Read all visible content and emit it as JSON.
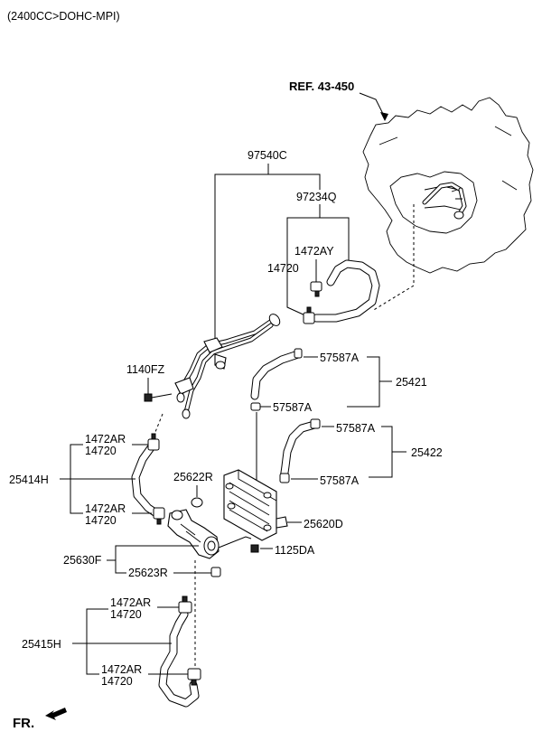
{
  "header": {
    "engine_spec": "(2400CC>DOHC-MPI)"
  },
  "reference": {
    "label": "REF. 43-450"
  },
  "callouts": {
    "p97540C": "97540C",
    "p97234Q": "97234Q",
    "p1472AY": "1472AY",
    "p14720_top": "14720",
    "p1140FZ": "1140FZ",
    "p57587A_1": "57587A",
    "p57587A_2": "57587A",
    "p57587A_3": "57587A",
    "p57587A_4": "57587A",
    "p25421": "25421",
    "p25422": "25422",
    "p1472AR_1": "1472AR",
    "p14720_1": "14720",
    "p25414H": "25414H",
    "p1472AR_2": "1472AR",
    "p14720_2": "14720",
    "p25622R": "25622R",
    "p25620D": "25620D",
    "p1125DA": "1125DA",
    "p25630F": "25630F",
    "p25623R": "25623R",
    "p1472AR_3": "1472AR",
    "p14720_3": "14720",
    "p25415H": "25415H",
    "p1472AR_4": "1472AR",
    "p14720_4": "14720"
  },
  "footer": {
    "direction_label": "FR."
  }
}
